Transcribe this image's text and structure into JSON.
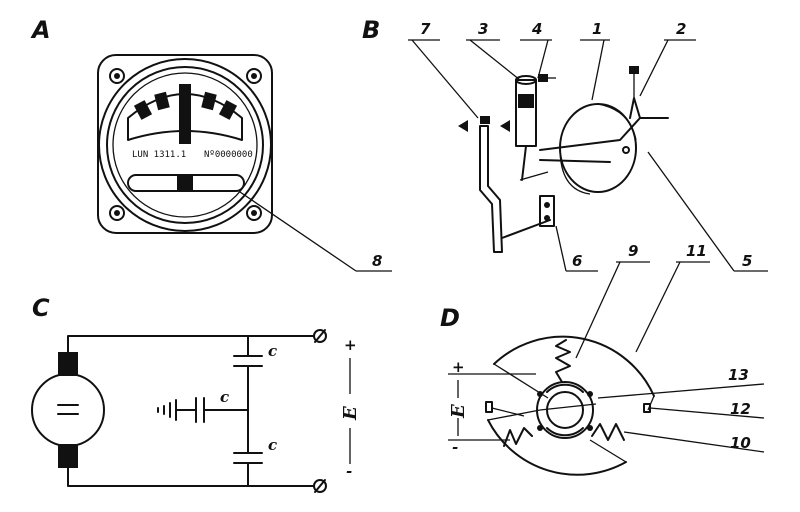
{
  "panels": {
    "A": {
      "letter": "A",
      "meter_model_text": "LUN 1311.1",
      "meter_serial_text": "Nº0000000",
      "callouts": [
        "8"
      ]
    },
    "B": {
      "letter": "B",
      "callouts": [
        "7",
        "3",
        "4",
        "1",
        "2",
        "6",
        "5"
      ]
    },
    "C": {
      "letter": "C",
      "capacitor_labels": [
        "c",
        "c",
        "c"
      ],
      "voltage_label": "E",
      "polarity_marks": [
        "+",
        "-"
      ]
    },
    "D": {
      "letter": "D",
      "voltage_label": "E",
      "polarity_marks": [
        "+",
        "-"
      ],
      "callouts": [
        "9",
        "11",
        "13",
        "12",
        "10"
      ]
    }
  }
}
